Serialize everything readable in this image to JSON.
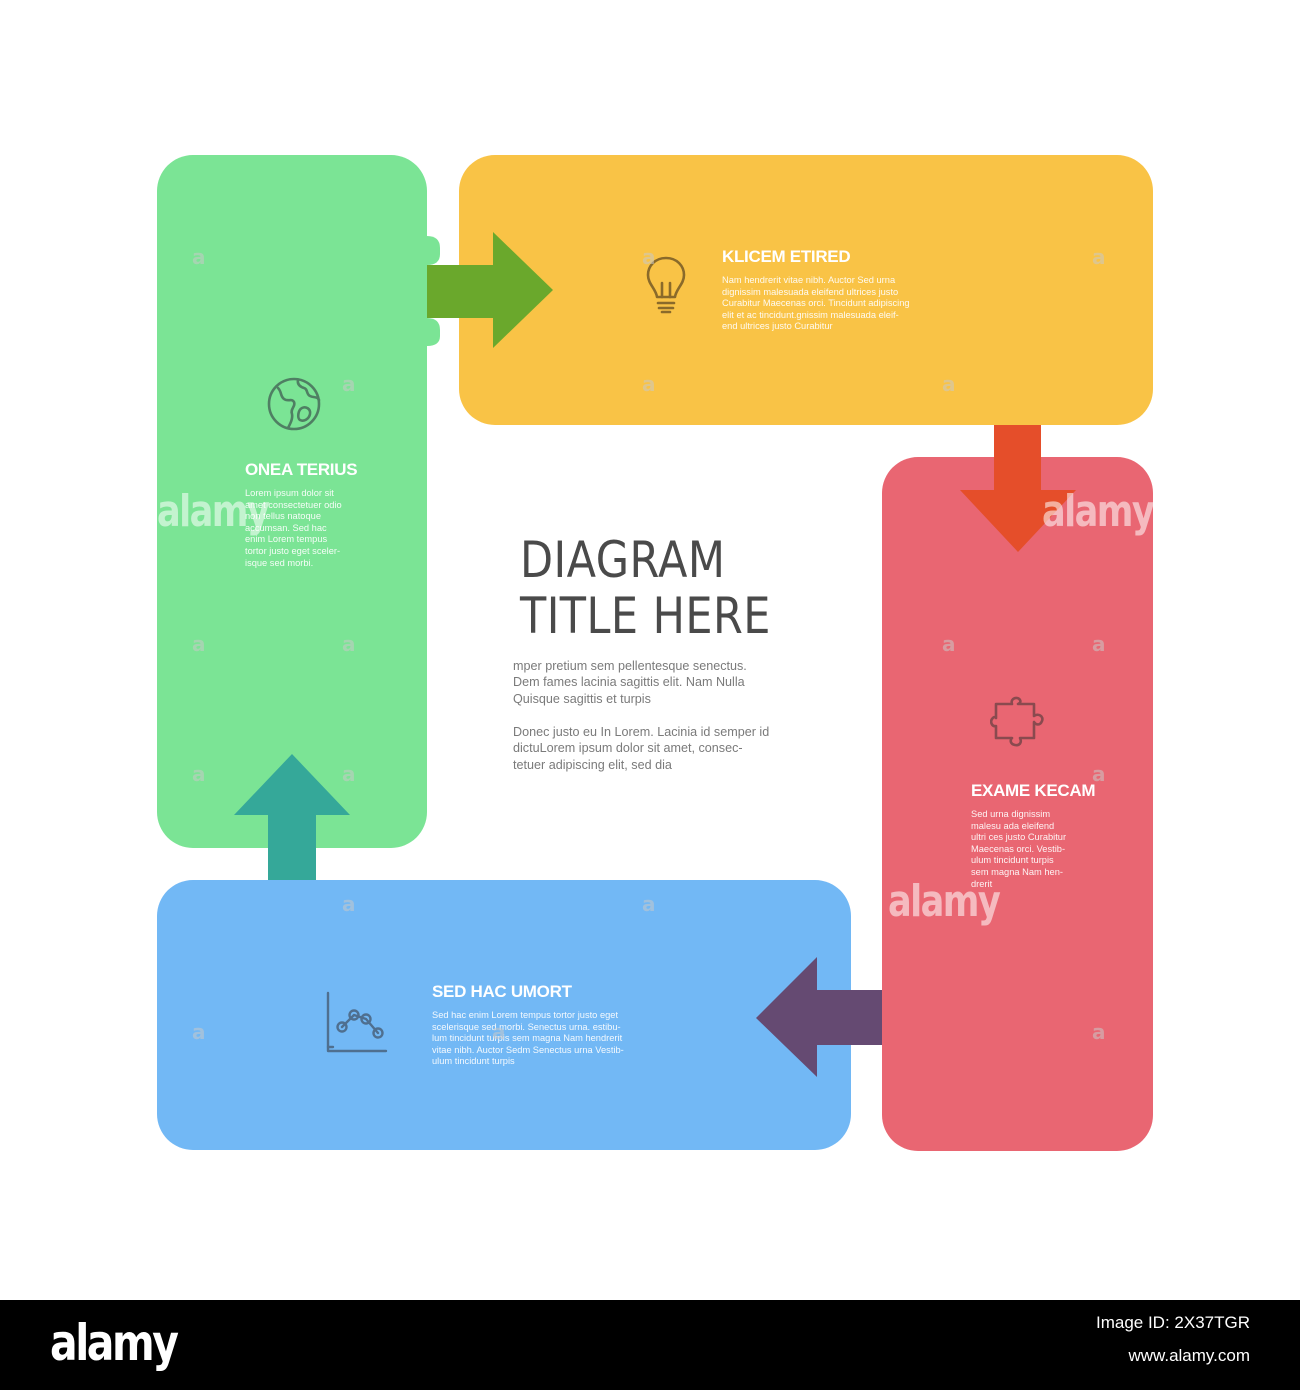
{
  "diagram": {
    "title_lines": [
      "DIAGRAM",
      "TITLE HERE"
    ],
    "description_1": [
      "mper pretium sem pellentesque senectus.",
      "Dem fames lacinia sagittis elit. Nam Nulla",
      "Quisque sagittis et turpis"
    ],
    "description_2": [
      "Donec justo eu In Lorem. Lacinia id semper id",
      "dictuLorem ipsum dolor sit amet, consec-",
      "tetuer adipiscing elit, sed dia"
    ]
  },
  "blocks": {
    "green": {
      "color": "#7be495",
      "title": "ONEA TERIUS",
      "icon": "globe-icon",
      "text_lines": [
        "Lorem ipsum dolor sit",
        "amet consectetuer odio",
        "non tellus natoque",
        "accumsan. Sed hac",
        "enim Lorem tempus",
        "tortor justo eget sceler-",
        "isque sed morbi."
      ]
    },
    "yellow": {
      "color": "#f9c346",
      "title": "KLICEM ETIRED",
      "icon": "lightbulb-icon",
      "text_lines": [
        "Nam hendrerit vitae nibh. Auctor Sed urna",
        "dignissim malesuada eleifend ultrices justo",
        "Curabitur Maecenas orci. Tincidunt adipiscing",
        "elit et ac tincidunt.gnissim malesuada eleif-",
        "end ultrices justo Curabitur"
      ]
    },
    "red": {
      "color": "#e96672",
      "title": "EXAME KECAM",
      "icon": "puzzle-piece-icon",
      "text_lines": [
        "Sed urna dignissim",
        "malesu ada eleifend",
        "ultri ces justo Curabitur",
        "Maecenas orci. Vestib-",
        "ulum tincidunt turpis",
        "sem magna Nam hen-",
        "drerit"
      ]
    },
    "blue": {
      "color": "#72b8f5",
      "title": "SED HAC UMORT",
      "icon": "line-chart-icon",
      "text_lines": [
        "Sed hac enim Lorem tempus tortor justo eget",
        "scelerisque sed morbi. Senectus urna. estibu-",
        "lum tincidunt turpis sem magna Nam hendrerit",
        "vitae nibh. Auctor Sedm Senectus urna Vestib-",
        "ulum tincidunt turpis"
      ]
    }
  },
  "arrows": {
    "green_to_yellow": "#6aa82c",
    "yellow_to_red": "#e54e2a",
    "red_to_blue": "#654a72",
    "blue_to_green": "#35a899"
  },
  "watermark": {
    "small_mark": "a",
    "big_mark": "alamy"
  },
  "footer": {
    "logo": "alamy",
    "image_id": "Image ID: 2X37TGR",
    "url": "www.alamy.com"
  }
}
